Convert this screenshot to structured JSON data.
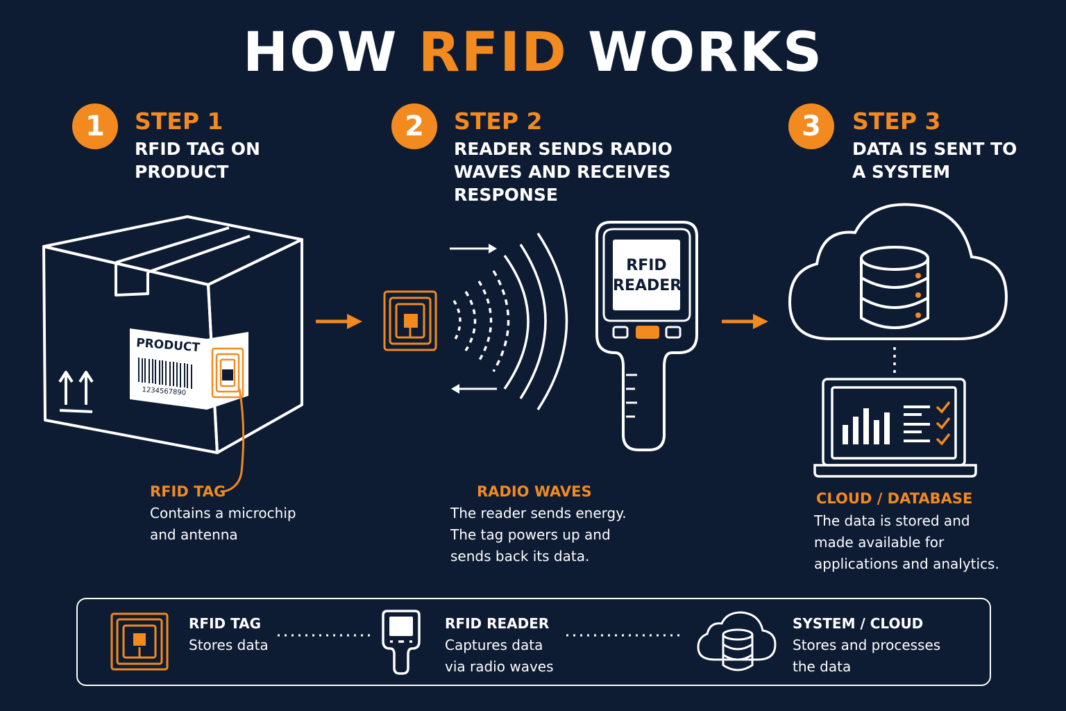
{
  "title": {
    "part1": "HOW ",
    "accent": "RFID",
    "part2": " WORKS"
  },
  "colors": {
    "background": "#0d1b33",
    "accent": "#f28a1f",
    "line": "#ffffff"
  },
  "steps": [
    {
      "number": "1",
      "label": "STEP 1",
      "desc": "RFID TAG ON\nPRODUCT"
    },
    {
      "number": "2",
      "label": "STEP 2",
      "desc": "READER SENDS RADIO\nWAVES AND RECEIVES\nRESPONSE"
    },
    {
      "number": "3",
      "label": "STEP 3",
      "desc": "DATA IS SENT TO\nA SYSTEM"
    }
  ],
  "box_label": {
    "title": "PRODUCT",
    "barcode": "1234567890"
  },
  "reader_screen": {
    "line1": "RFID",
    "line2": "READER"
  },
  "captions": [
    {
      "title": "RFID TAG",
      "text": "Contains a microchip\nand antenna"
    },
    {
      "title": "RADIO WAVES",
      "text": "The reader sends energy.\nThe tag powers up and\nsends back its data."
    },
    {
      "title": "CLOUD / DATABASE",
      "text": "The data is stored and\nmade available for\napplications and analytics."
    }
  ],
  "legend": [
    {
      "title": "RFID TAG",
      "text": "Stores data",
      "icon": "rfid-tag-icon"
    },
    {
      "title": "RFID READER",
      "text": "Captures data\nvia radio waves",
      "icon": "rfid-reader-icon"
    },
    {
      "title": "SYSTEM / CLOUD",
      "text": "Stores and processes\nthe data",
      "icon": "cloud-database-icon"
    }
  ]
}
